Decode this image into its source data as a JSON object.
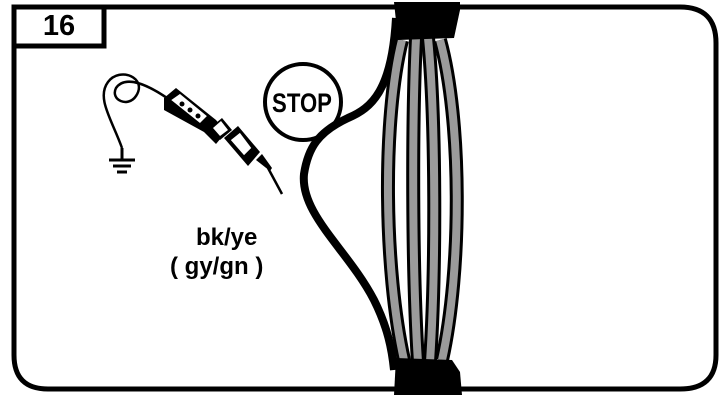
{
  "step": {
    "number": "16"
  },
  "stop_sign": {
    "text": "STOP"
  },
  "wire_colors": {
    "primary": "bk/ye",
    "alternative": "( gy/gn )"
  },
  "icons": {
    "tester": "voltage-tester-screwdriver-icon",
    "ground": "ground-symbol-icon",
    "stop": "stop-sign-icon"
  },
  "colors": {
    "outline": "#000000",
    "wire_fill": "#9b9b9b",
    "background": "#ffffff"
  }
}
